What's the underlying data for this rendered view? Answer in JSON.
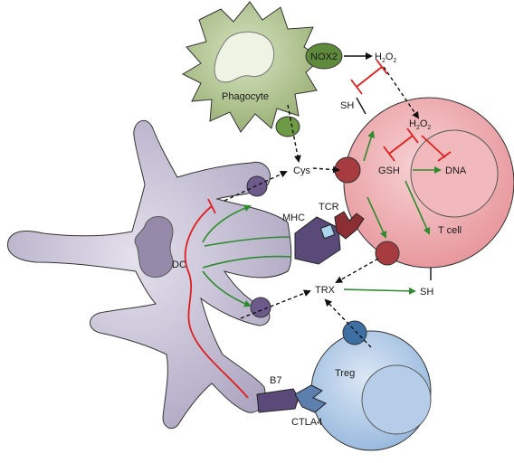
{
  "labels": {
    "phagocyte": "Phagocyte",
    "nox2": "NOX2",
    "h2o2_top_main": "H",
    "h2o2_top_sub1": "2",
    "h2o2_top_mid": "O",
    "h2o2_top_sub2": "2",
    "sh_top": "SH",
    "h2o2_in_main": "H",
    "h2o2_in_sub1": "2",
    "h2o2_in_mid": "O",
    "h2o2_in_sub2": "2",
    "cys": "Cys",
    "gsh": "GSH",
    "dna": "DNA",
    "tcr": "TCR",
    "mhc": "MHC",
    "t_cell": "T cell",
    "dc": "DC",
    "trx": "TRX",
    "sh_right": "SH",
    "treg": "Treg",
    "b7": "B7",
    "ctla4": "CTLA4"
  },
  "colors": {
    "phagocyte_fill": "#a9bf86",
    "phagocyte_node": "#5f8a3c",
    "tcell_fill": "#efa9ad",
    "tcell_nucleus": "#f0b3b6",
    "tcell_node": "#a63b40",
    "dc_fill": "#b8b2c8",
    "dc_node": "#6b5a8a",
    "treg_fill": "#a8c4e2",
    "treg_node": "#3d6fa3",
    "mhc": "#5a4a7a",
    "tcr": "#8c2f35",
    "ctla4": "#5d7fae",
    "green_arrow": "#2e8b2e",
    "red_inhibit": "#e02020",
    "black_arrow": "#111111"
  }
}
